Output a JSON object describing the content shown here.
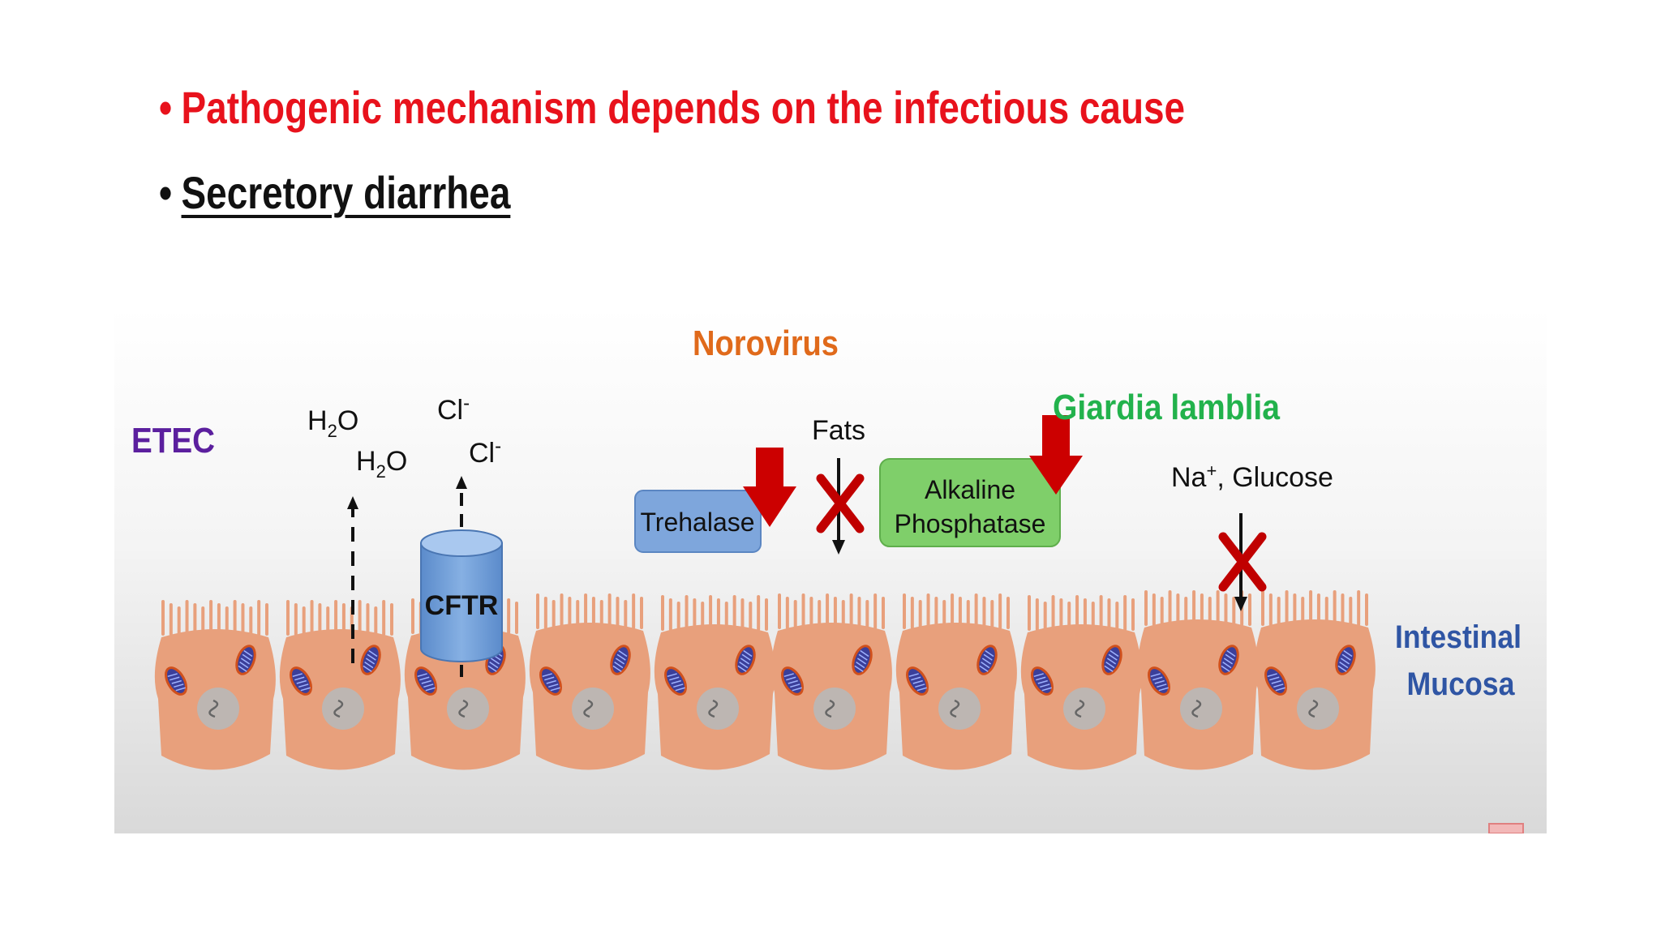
{
  "bullets": {
    "item1": "Pathogenic mechanism depends on the infectious cause",
    "item2": "Secretory diarrhea",
    "marker": "•"
  },
  "diagram": {
    "pathogens": {
      "etec": "ETEC",
      "norovirus": "Norovirus",
      "giardia": "Giardia lamblia"
    },
    "labels": {
      "h2o_1": "H",
      "h2o_2": "H",
      "h2o_sub": "2",
      "h2o_o": "O",
      "cl_1": "Cl",
      "cl_2": "Cl",
      "cl_sup": "-",
      "cftr": "CFTR",
      "trehalase": "Trehalase",
      "fats": "Fats",
      "alkaline_line1": "Alkaline",
      "alkaline_line2": "Phosphatase",
      "na_prefix": "Na",
      "na_sup": "+",
      "na_suffix": ", Glucose",
      "mucosa_line1": "Intestinal",
      "mucosa_line2": "Mucosa"
    },
    "colors": {
      "etec": "#5b1f9e",
      "norovirus": "#e06a1b",
      "giardia": "#22b24c",
      "mucosa": "#2f55a4",
      "bullet_red": "#e8121c",
      "cell": "#e8a07c",
      "cftr": "#6f9fd8",
      "trehalase": "#7ea6dc",
      "alkaline": "#7fcf6a",
      "down_arrow": "#cc0000",
      "cross": "#c00000"
    },
    "icons": [
      "down-arrow-icon",
      "cross-x-icon",
      "mitochondria-icon",
      "nucleus-icon"
    ]
  }
}
